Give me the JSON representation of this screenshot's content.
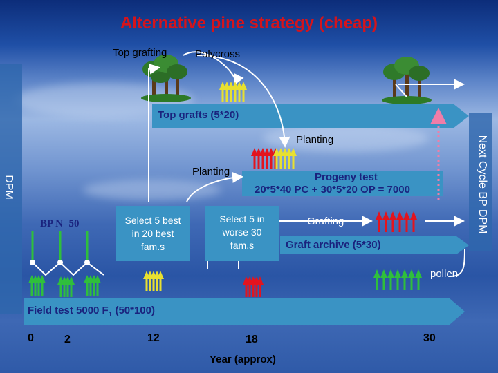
{
  "title": "Alternative pine strategy (cheap)",
  "top_grafting": "Top grafting",
  "polycross": "Polycross",
  "top_grafts": "Top grafts (5*20)",
  "planting_right": "Planting",
  "planting_left": "Planting",
  "progeny_test_line1": "Progeny test",
  "progeny_test_line2": "20*5*40 PC + 30*5*20 OP = 7000",
  "dpm_left": "DPM",
  "next_cycle": "Next Cycle BP DPM",
  "bp_label": "BP N=50",
  "select_best": [
    "Select 5 best",
    "in 20 best",
    "fam.s"
  ],
  "select_worse": [
    "Select 5 in",
    "worse 30",
    "fam.s"
  ],
  "grafting": "Grafting",
  "graft_archive": "Graft archive (5*30)",
  "pollen": "pollen",
  "field_test": "Field test 5000 F",
  "field_test_sub": "1",
  "field_test_tail": " (50*100)",
  "years": [
    "0",
    "2",
    "12",
    "18",
    "30"
  ],
  "year_label": "Year (approx)",
  "colors": {
    "title": "#d4141c",
    "arrow_band": "#3a93c4",
    "arrow_band_text": "#1a237e",
    "green_seedling": "#2fbf3c",
    "red_seedling": "#e3141e",
    "yellow_seedling": "#e8e030",
    "dotted_arrow": "#f07da8"
  }
}
